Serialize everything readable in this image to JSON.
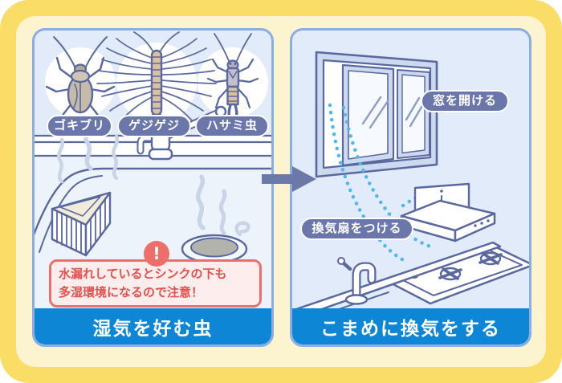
{
  "left_panel": {
    "insect_labels": [
      "ゴキブリ",
      "ゲジゲジ",
      "ハサミ虫"
    ],
    "warning": {
      "icon_glyph": "!",
      "line1": "水漏れしているとシンクの下も",
      "line2": "多湿環境になるので注意！"
    },
    "caption": "湿気を好む虫"
  },
  "right_panel": {
    "window_label": "窓を開ける",
    "fan_label": "換気扇をつける",
    "caption": "こまめに換気をする"
  },
  "icons": {
    "flow_arrow": "right-arrow-icon",
    "warning_badge": "exclamation-icon",
    "airflow": "airflow-dotted-lines"
  },
  "colors": {
    "frame_yellow": "#fadd66",
    "frame_cream": "#fcf3cf",
    "panel_bg": "#e2ebf9",
    "panel_border": "#8cade1",
    "caption_bar": "#0d86d6",
    "pill_bg": "#6b76ab",
    "outline": "#5a68a0",
    "glass_line": "#8b9cc9",
    "warning_bg": "#fdedec",
    "warning_border": "#ee6e6a",
    "warning_text": "#e4504e",
    "airflow_dots": "#4fb9e9",
    "steam": "#c9d4e6",
    "insect_tan": "#c6bba9",
    "segment_tan": "#dcc0a2",
    "drain_gray": "#b3b3ae"
  }
}
